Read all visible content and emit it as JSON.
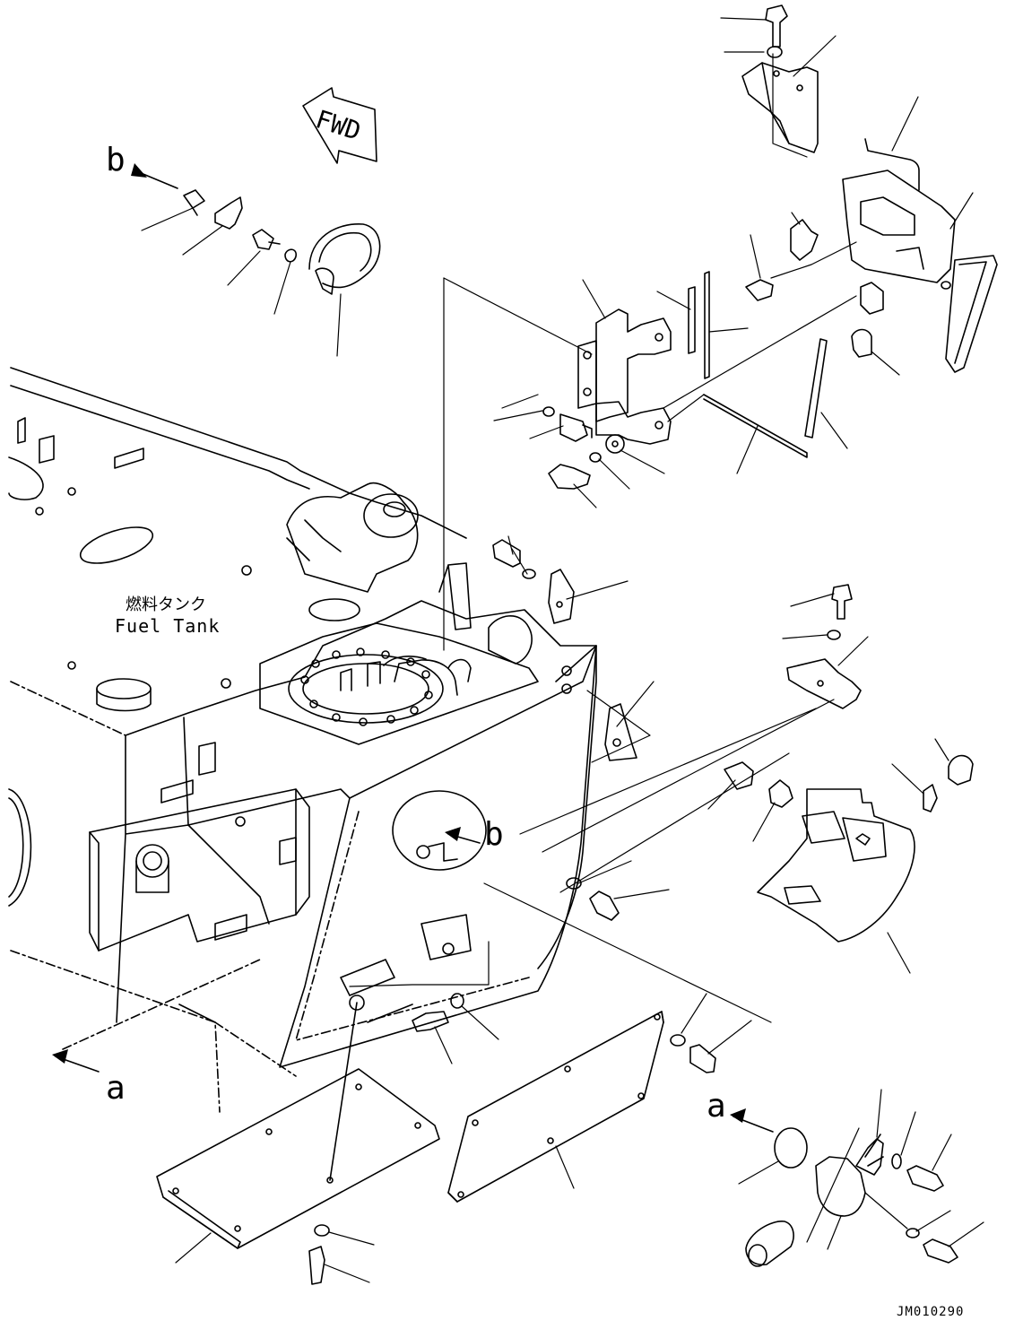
{
  "diagram": {
    "labels": {
      "fuel_tank_jp": "燃料タンク",
      "fuel_tank_en": "Fuel Tank",
      "forward": "FWD",
      "callout_a": "a",
      "callout_b": "b",
      "drawing_code": "JM010290"
    },
    "line_color": "#000000",
    "background": "#ffffff"
  }
}
